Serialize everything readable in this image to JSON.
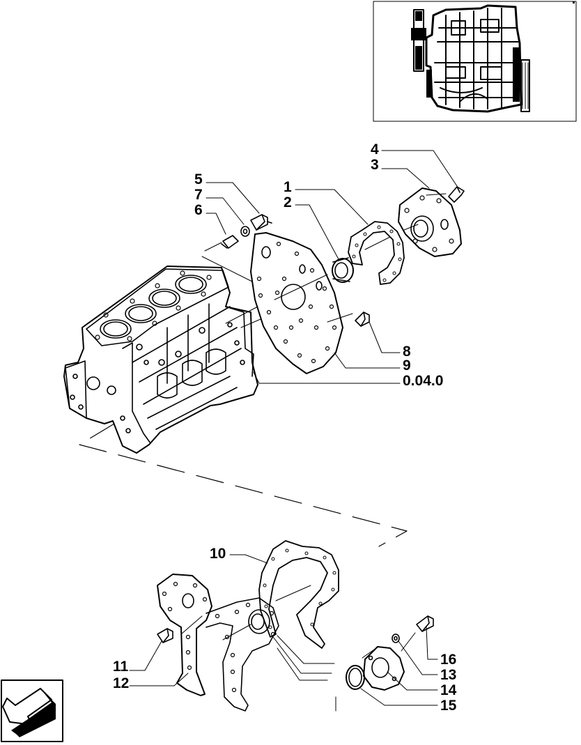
{
  "callouts": {
    "c1": "1",
    "c2": "2",
    "c3": "3",
    "c4": "4",
    "c5": "5",
    "c6": "6",
    "c7": "7",
    "c8": "8",
    "c9": "9",
    "c10": "10",
    "c11": "11",
    "c12": "12",
    "c13": "13",
    "c14": "14",
    "c15": "15",
    "c16": "16",
    "ref_block": "0.04.0"
  },
  "icons": {
    "nav": "arrow-back-icon",
    "engine": "engine-thumbnail-icon"
  },
  "colors": {
    "line": "#000000",
    "background": "#ffffff"
  }
}
